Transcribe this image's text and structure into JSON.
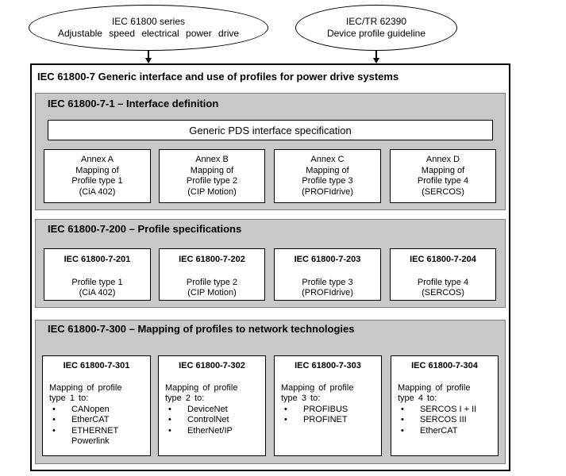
{
  "top": {
    "left_ellipse": {
      "line1": "IEC 61800 series",
      "line2": "Adjustable speed electrical power drive"
    },
    "right_ellipse": {
      "line1": "IEC/TR 62390",
      "line2": "Device profile guideline"
    }
  },
  "main_title": "IEC 61800-7 Generic interface and use of profiles for power drive systems",
  "sections": [
    {
      "title": "IEC 61800-7-1 – Interface definition",
      "generic_label": "Generic PDS interface specification",
      "boxes": [
        {
          "lines": [
            "Annex A",
            "Mapping of",
            "Profile type 1",
            "(CiA 402)"
          ]
        },
        {
          "lines": [
            "Annex B",
            "Mapping of",
            "Profile type 2",
            "(CIP Motion)"
          ]
        },
        {
          "lines": [
            "Annex C",
            "Mapping of",
            "Profile type 3",
            "(PROFIdrive)"
          ]
        },
        {
          "lines": [
            "Annex D",
            "Mapping of",
            "Profile type 4",
            "(SERCOS)"
          ]
        }
      ]
    },
    {
      "title": "IEC 61800-7-200 – Profile specifications",
      "boxes": [
        {
          "header": "IEC 61800-7-201",
          "lines": [
            "Profile type 1",
            "(CiA 402)"
          ]
        },
        {
          "header": "IEC 61800-7-202",
          "lines": [
            "Profile type 2",
            "(CIP Motion)"
          ]
        },
        {
          "header": "IEC 61800-7-203",
          "lines": [
            "Profile type 3",
            "(PROFIdrive)"
          ]
        },
        {
          "header": "IEC 61800-7-204",
          "lines": [
            "Profile type 4",
            "(SERCOS)"
          ]
        }
      ]
    },
    {
      "title": "IEC 61800-7-300 – Mapping of profiles to network technologies",
      "boxes": [
        {
          "header": "IEC 61800-7-301",
          "intro": [
            "Mapping of profile",
            "type 1 to:"
          ],
          "items": [
            "CANopen",
            "EtherCAT",
            "ETHERNET",
            "Powerlink"
          ]
        },
        {
          "header": "IEC 61800-7-302",
          "intro": [
            "Mapping of profile",
            "type 2 to:"
          ],
          "items": [
            "DeviceNet",
            "ControlNet",
            "EtherNet/IP"
          ]
        },
        {
          "header": "IEC 61800-7-303",
          "intro": [
            "Mapping of profile",
            "type 3 to:"
          ],
          "items": [
            "PROFIBUS",
            "PROFINET"
          ]
        },
        {
          "header": "IEC 61800-7-304",
          "intro": [
            "Mapping of profile",
            "type 4 to:"
          ],
          "items": [
            "SERCOS I + II",
            "SERCOS III",
            "EtherCAT"
          ]
        }
      ]
    }
  ]
}
